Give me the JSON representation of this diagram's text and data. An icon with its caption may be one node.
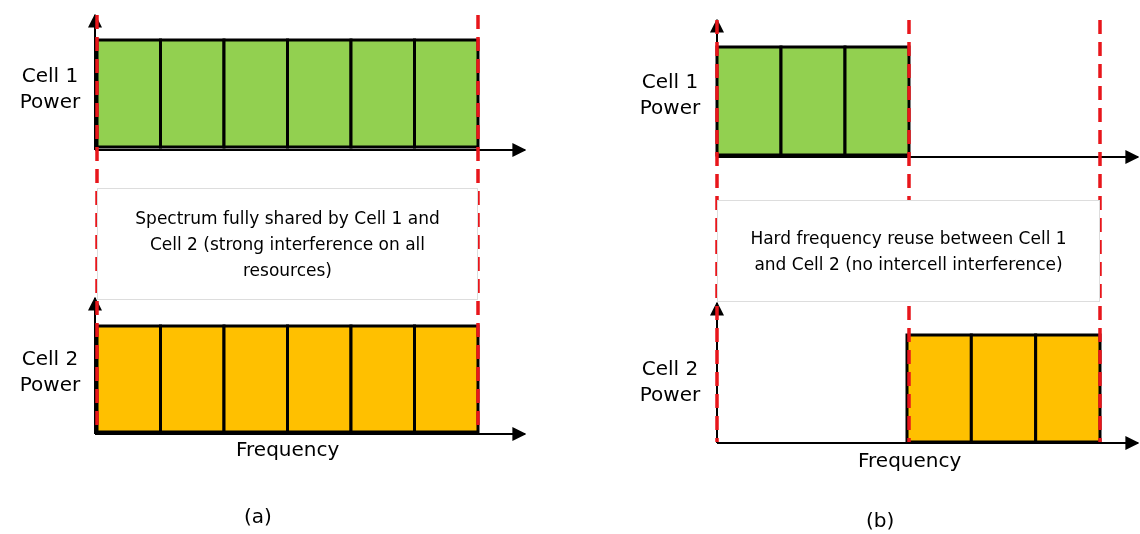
{
  "diagram": {
    "nodes": [
      {
        "text": [
          "Spectrum fully shared by Cell 1 and Cell 2 (strong interference on all resources)"
        ]
      },
      {
        "text": [
          "Hard frequency reuse between Cell 1 and Cell 2 (no intercell interference)"
        ]
      }
    ],
    "edges": [],
    "labels": [
      "Cell 1 Power",
      "Cell 1 Power",
      "Cell 2 Power",
      "Cell 2 Power",
      "Frequency",
      "Frequency",
      "(a)",
      "(b)"
    ]
  }
}
